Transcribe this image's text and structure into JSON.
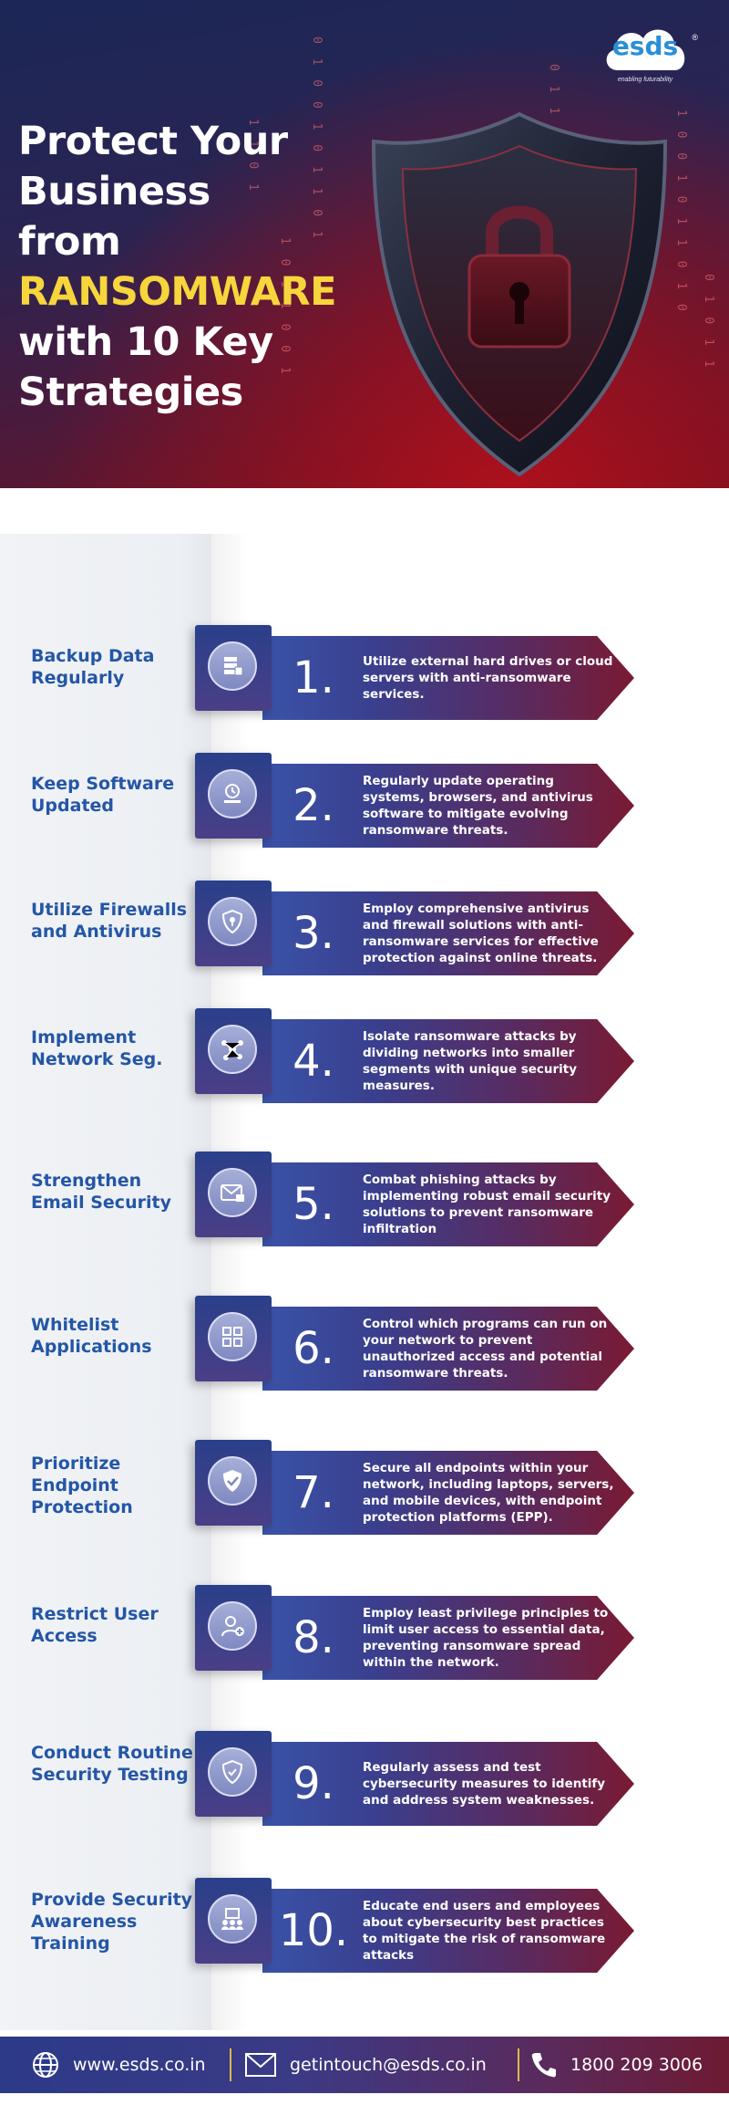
{
  "brand": {
    "logo_text": "esds",
    "tagline": "enabling futurability"
  },
  "hero": {
    "line1": "Protect Your",
    "line2": "Business",
    "line3_prefix": "from ",
    "line3_highlight": "RANSOMWARE",
    "line4": "with 10 Key",
    "line5": "Strategies"
  },
  "strategies": [
    {
      "title": "Backup Data Regularly",
      "number": "1.",
      "icon": "backup-server-icon",
      "desc": "Utilize external hard drives or cloud servers with anti-ransomware services."
    },
    {
      "title": "Keep Software Updated",
      "number": "2.",
      "icon": "software-update-icon",
      "desc": "Regularly update operating systems, browsers, and antivirus software to mitigate evolving ransomware threats."
    },
    {
      "title": "Utilize Firewalls and Antivirus",
      "number": "3.",
      "icon": "shield-lock-icon",
      "desc": "Employ comprehensive antivirus and firewall solutions with anti-ransomware services for effective protection against online threats."
    },
    {
      "title": "Implement Network Seg.",
      "number": "4.",
      "icon": "network-icon",
      "desc": "Isolate ransomware attacks by dividing networks into smaller segments with unique security measures."
    },
    {
      "title": "Strengthen Email Security",
      "number": "5.",
      "icon": "email-lock-icon",
      "desc": "Combat phishing attacks by implementing robust email security solutions to prevent ransomware infiltration"
    },
    {
      "title": "Whitelist Applications",
      "number": "6.",
      "icon": "apps-grid-icon",
      "desc": "Control which programs can run on your network to prevent unauthorized access and potential ransomware threats."
    },
    {
      "title": "Prioritize Endpoint Protection",
      "number": "7.",
      "icon": "shield-check-icon",
      "desc": "Secure all endpoints within your network, including laptops, servers, and mobile devices, with endpoint protection platforms (EPP)."
    },
    {
      "title": "Restrict User Access",
      "number": "8.",
      "icon": "user-add-icon",
      "desc": "Employ least privilege principles to limit user access to essential data, preventing ransomware spread within the network."
    },
    {
      "title": "Conduct Routine Security Testing",
      "number": "9.",
      "icon": "security-test-icon",
      "desc": "Regularly assess and test cybersecurity measures to identify and address system weaknesses."
    },
    {
      "title": "Provide Security Awareness Training",
      "number": "10.",
      "icon": "training-icon",
      "desc": "Educate end users and employees about cybersecurity best practices to mitigate the risk of ransomware attacks"
    }
  ],
  "footer": {
    "website": "www.esds.co.in",
    "email": "getintouch@esds.co.in",
    "phone": "1800 209 3006"
  }
}
